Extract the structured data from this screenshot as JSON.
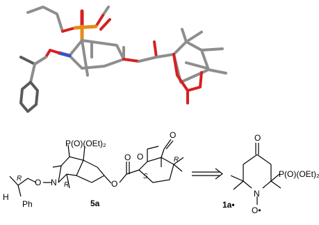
{
  "scheme": {
    "compound_5a": {
      "label": "5a",
      "phosphonate": "P(O)(OEt)₂",
      "stereo_left_top": "R",
      "stereo_left_ring": "R",
      "stereo_right_s": "S",
      "stereo_right_r": "R",
      "atom_O1": "O",
      "atom_N": "N",
      "atom_O2": "O",
      "atom_O3": "O",
      "atom_O4": "O",
      "atom_O5": "O",
      "atom_H": "H",
      "atom_Ph": "Ph"
    },
    "compound_1a": {
      "label": "1a•",
      "phosphonate": "P(O)(OEt)₂",
      "atom_O_ketone": "O",
      "atom_N": "N",
      "atom_O_radical": "O•"
    }
  },
  "colors": {
    "bond_carbon": "#8e8e8e",
    "bond_carbon_dark": "#5a5a5a",
    "oxygen": "#d62020",
    "nitrogen": "#3a53c9",
    "phosphorus": "#e88a1a"
  }
}
